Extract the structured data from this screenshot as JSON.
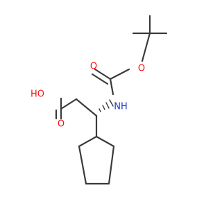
{
  "molecule": {
    "labels": {
      "hydroxyl": "HO",
      "carboxyl_carbonyl_oxygen": "O",
      "amine": "NH",
      "carbamate_carbonyl_oxygen": "O",
      "ester_oxygen": "O"
    },
    "colors": {
      "bond": "#3a3a3a",
      "oxygen": "#ff0d0d",
      "nitrogen": "#2233cc",
      "background": "#ffffff"
    }
  }
}
